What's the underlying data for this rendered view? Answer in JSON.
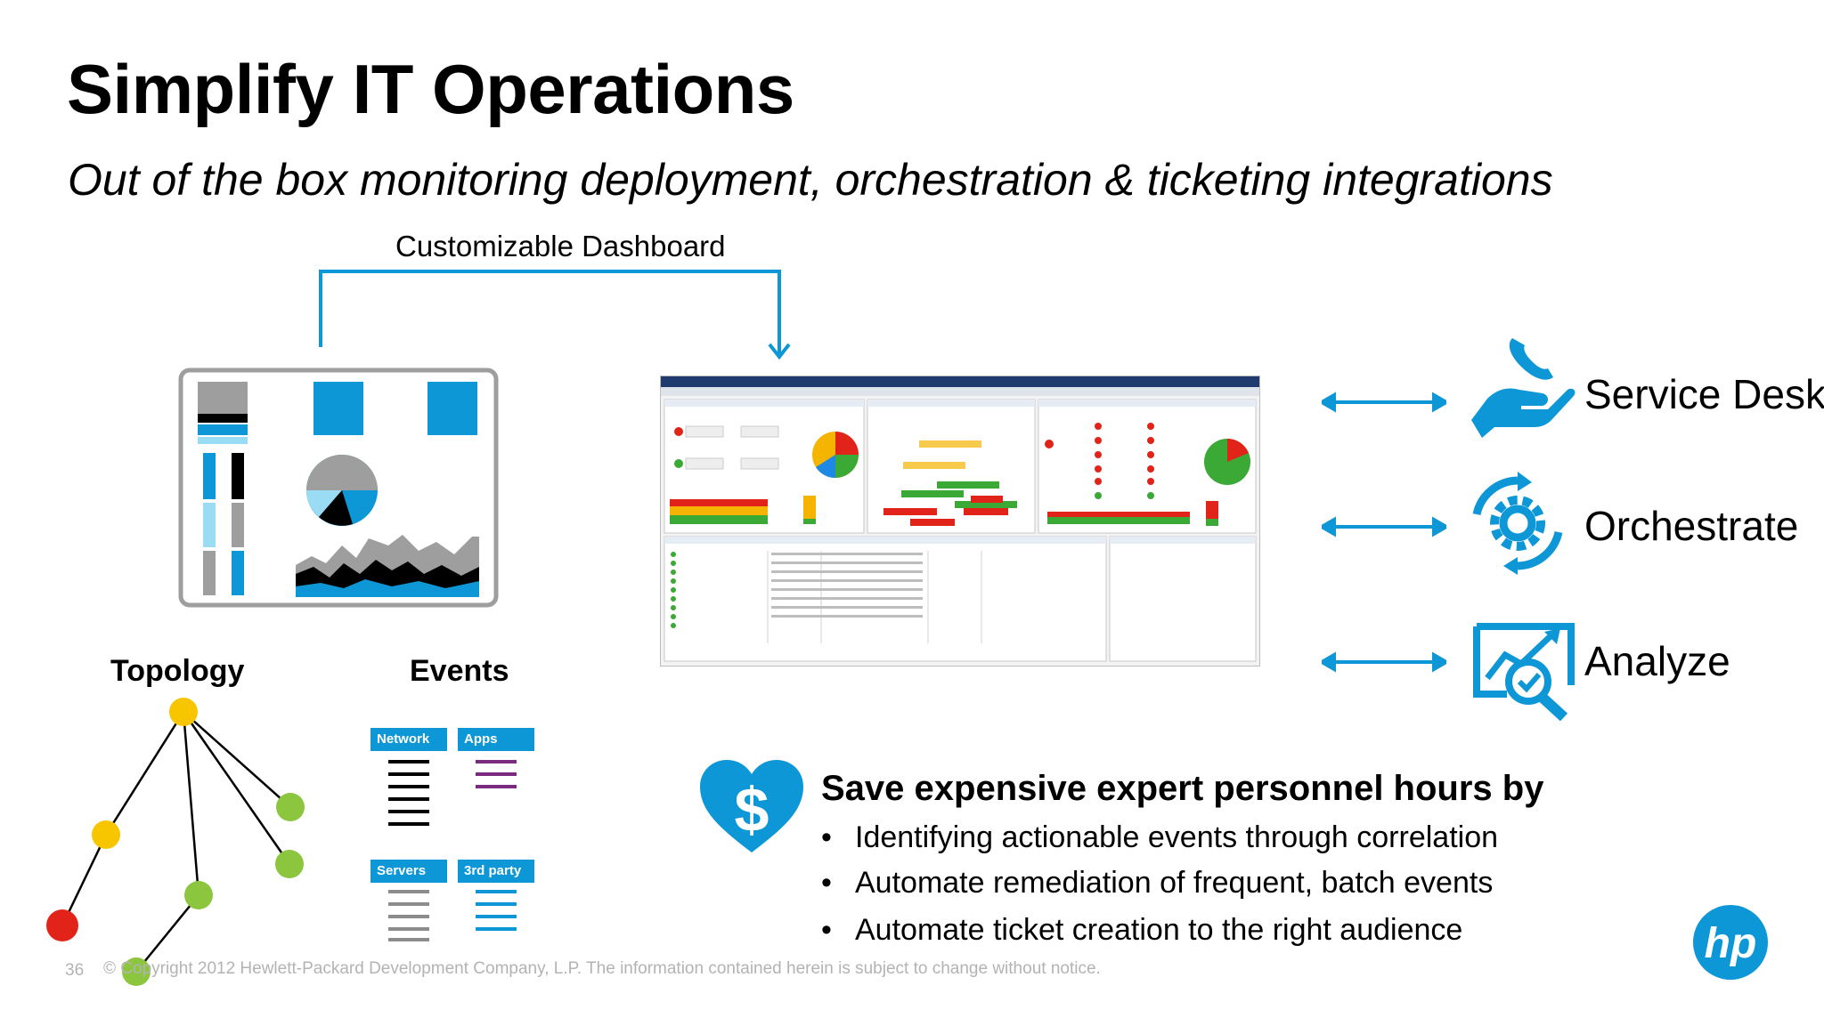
{
  "slide": {
    "title": "Simplify IT Operations",
    "subtitle": "Out of the box monitoring deployment, orchestration & ticketing integrations",
    "dashboard_caption": "Customizable Dashboard",
    "topology_label": "Topology",
    "events_label": "Events"
  },
  "events": {
    "tags": [
      "Network",
      "Apps",
      "Servers",
      "3rd party"
    ]
  },
  "capabilities": [
    {
      "label": "Service Desk",
      "icon": "hand-phone-icon"
    },
    {
      "label": "Orchestrate",
      "icon": "gear-cycle-icon"
    },
    {
      "label": "Analyze",
      "icon": "magnify-chart-icon"
    }
  ],
  "savings": {
    "heading": "Save expensive expert personnel hours by",
    "bullets": [
      "Identifying actionable events through correlation",
      "Automate remediation of frequent, batch events",
      "Automate ticket creation to the right audience"
    ],
    "icon_glyph": "$"
  },
  "footer": {
    "page_number": "36",
    "copyright": "© Copyright 2012 Hewlett-Packard Development Company, L.P.  The information contained herein is subject to change without notice."
  },
  "brand": {
    "logo_text": "hp",
    "accent": "#0d97d6",
    "colors": {
      "yellow": "#f7c600",
      "green": "#8cc63f",
      "red": "#e2231a",
      "gray": "#8c8c8c",
      "purple": "#7b2b7f"
    }
  }
}
